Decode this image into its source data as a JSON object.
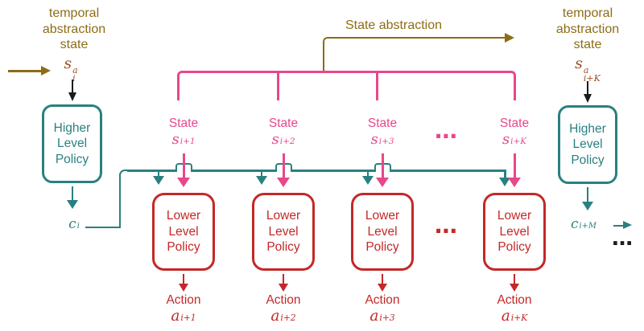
{
  "state_abstraction_label": "State abstraction",
  "left_unit": {
    "caption": [
      "temporal",
      "abstraction",
      "state"
    ],
    "abs_state": {
      "base": "s",
      "sup": "a",
      "sub": "i"
    },
    "box": [
      "Higher",
      "Level",
      "Policy"
    ],
    "latent": {
      "base": "c",
      "sub": "i"
    }
  },
  "right_unit": {
    "caption": [
      "temporal",
      "abstraction",
      "state"
    ],
    "abs_state": {
      "base": "s",
      "sup": "a",
      "sub": "i+K"
    },
    "box": [
      "Higher",
      "Level",
      "Policy"
    ],
    "latent": {
      "base": "c",
      "sub": "i+M"
    },
    "continuation": "…"
  },
  "columns": [
    {
      "state_label": "State",
      "state": {
        "base": "s",
        "sub": "i+1"
      },
      "box": [
        "Lower",
        "Level",
        "Policy"
      ],
      "action_label": "Action",
      "action": {
        "base": "a",
        "sub": "i+1"
      }
    },
    {
      "state_label": "State",
      "state": {
        "base": "s",
        "sub": "i+2"
      },
      "box": [
        "Lower",
        "Level",
        "Policy"
      ],
      "action_label": "Action",
      "action": {
        "base": "a",
        "sub": "i+2"
      }
    },
    {
      "state_label": "State",
      "state": {
        "base": "s",
        "sub": "i+3"
      },
      "box": [
        "Lower",
        "Level",
        "Policy"
      ],
      "action_label": "Action",
      "action": {
        "base": "a",
        "sub": "i+3"
      }
    },
    {
      "state_label": "State",
      "state": {
        "base": "s",
        "sub": "i+K"
      },
      "box": [
        "Lower",
        "Level",
        "Policy"
      ],
      "action_label": "Action",
      "action": {
        "base": "a",
        "sub": "i+K"
      }
    }
  ],
  "dots": {
    "state_row": "⋯",
    "policy_row": "⋯"
  },
  "colors": {
    "pink": "#e8478c",
    "teal": "#2a8080",
    "red": "#c42828",
    "olive": "#8c6d16",
    "math_brown": "#9a5226",
    "black": "#1b1b1b"
  }
}
